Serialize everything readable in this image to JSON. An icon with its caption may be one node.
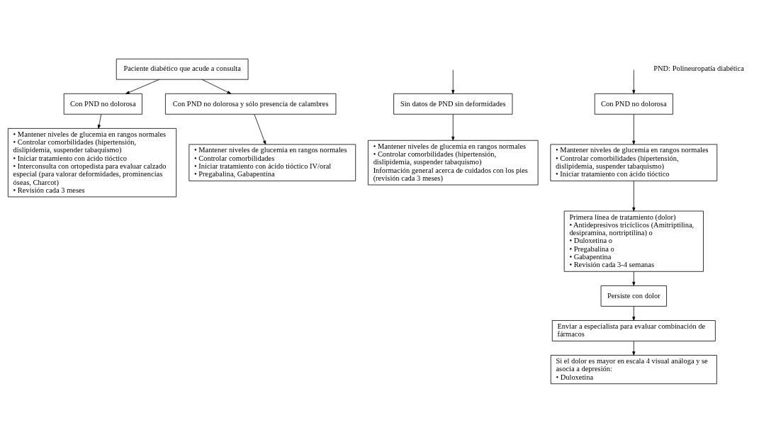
{
  "diagram": {
    "nodes": [
      {
        "text": [
          "Paciente diabético que acude a consulta"
        ]
      },
      {
        "text": [
          "Sin datos de PND sin deformidades"
        ]
      },
      {
        "text": [
          "Con PND no dolorosa"
        ]
      },
      {
        "text": [
          "Con PND no dolorosa"
        ]
      },
      {
        "text": [
          "• Mantener niveles de glucemia en rangos normales",
          "• Controlar comorbilidades (hipertensión, dislipidemia, suspender tabaquismo)",
          "Información general acerca de cuidados con los pies (revisión cada 3 meses)"
        ]
      },
      {
        "text": [
          "• Mantener niveles de glucemia en rangos normales",
          "• Controlar comorbilidades (hipertensión, dislipidemia, suspender tabaquismo)",
          "• Iniciar tratamiento con ácido tióctico",
          "• Interconsulta con ortopedista para evaluar calzado especial (para valorar deformidades, prominencias óseas, Charcot)",
          "• Revisión cada 3 meses"
        ]
      },
      {
        "text": [
          "Con PND no dolorosa y sólo presencia de calambres"
        ]
      },
      {
        "text": [
          "• Mantener niveles de glucemia en rangos normales",
          "• Controlar comorbilidades (hipertensión, dislipidemia, suspender tabaquismo)",
          "• Iniciar tratamiento con ácido tióctico"
        ]
      },
      {
        "text": [
          "• Mantener niveles de glucemia en rangos normales",
          "• Controlar comorbilidades",
          "• Iniciar tratamiento con ácido tióctico IV/oral",
          "• Pregabalina, Gabapentina"
        ]
      },
      {
        "text": [
          "Primera línea de tratamiento (dolor)",
          "• Antidepresivos tricíclicos (Amitriptilina, desipramina, nortriptilina) o",
          "• Duloxetina o",
          "• Pregabalina o",
          "• Gabapentina",
          "• Revisión cada 3-4 semanas"
        ]
      },
      {
        "text": [
          "Persiste con dolor"
        ]
      },
      {
        "text": [
          "Enviar a especialista para evaluar combinación de fármacos"
        ]
      },
      {
        "text": [
          "Si el dolor es mayor en escala 4 visual análoga y se asocia a depresión:",
          "• Duloxetina"
        ]
      }
    ],
    "edges": [
      {
        "from": null,
        "to": 1,
        "arrow": "to"
      },
      {
        "from": 0,
        "to": 2,
        "arrow": "to"
      },
      {
        "from": null,
        "to": 3,
        "arrow": "to"
      },
      {
        "from": 1,
        "to": 4,
        "arrow": "to"
      },
      {
        "from": 2,
        "to": 5,
        "arrow": "to"
      },
      {
        "from": 0,
        "to": 6,
        "arrow": "to"
      },
      {
        "from": 3,
        "to": 7,
        "arrow": "to"
      },
      {
        "from": 6,
        "to": 8,
        "arrow": "to"
      },
      {
        "from": 7,
        "to": 9,
        "arrow": "to"
      },
      {
        "from": 9,
        "to": 10,
        "arrow": "to"
      },
      {
        "from": 10,
        "to": 11,
        "arrow": "to"
      },
      {
        "from": 11,
        "to": 12,
        "arrow": "to"
      }
    ],
    "labels": [
      "PND: Polineuropatía diabética"
    ]
  }
}
